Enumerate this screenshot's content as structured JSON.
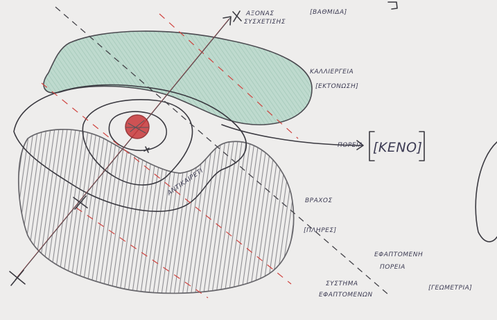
{
  "colors": {
    "paper": "#eeedec",
    "pencil": "#3a3940",
    "red": "#c63a3a",
    "green_wash": "#a9cfc0",
    "hatch": "#6d6c72"
  },
  "labels": {
    "axis": "ΑΞΟΝΑΣ ΣΥΣΧΕΤΙΣΗΣ",
    "axis_line1": "ΑΞΟΝΑΣ",
    "axis_line2": "ΣΥΣΧΕΤΙΣΗΣ",
    "axis_bracket": "[ΒΑΘΜΙΔΑ]",
    "kalliergeia": "ΚΑΛΛΙΕΡΓΕΙΑ",
    "ektonosi": "[ΕΚΤΟΝΩΣΗ]",
    "poreia": "ΠΟΡΕΙΑ",
    "keno": "[ΚΕΝΟ]",
    "vrachos": "ΒΡΑΧΟΣ",
    "plireis": "[ΠΛΗΡΕΣ]",
    "ektatikotita": "ΑΝΤΙΚΑΙΡΕΤΙ",
    "efaptomeni_poreia_1": "ΕΦΑΠΤΟΜΕΝΗ",
    "efaptomeni_poreia_2": "ΠΟΡΕΙΑ",
    "geometria": "[ΓΕΩΜΕΤΡΙΑ]",
    "systima_1": "ΣΥΣΤΗΜΑ",
    "systima_2": "ΕΦΑΠΤΟΜΕΝΩΝ"
  }
}
